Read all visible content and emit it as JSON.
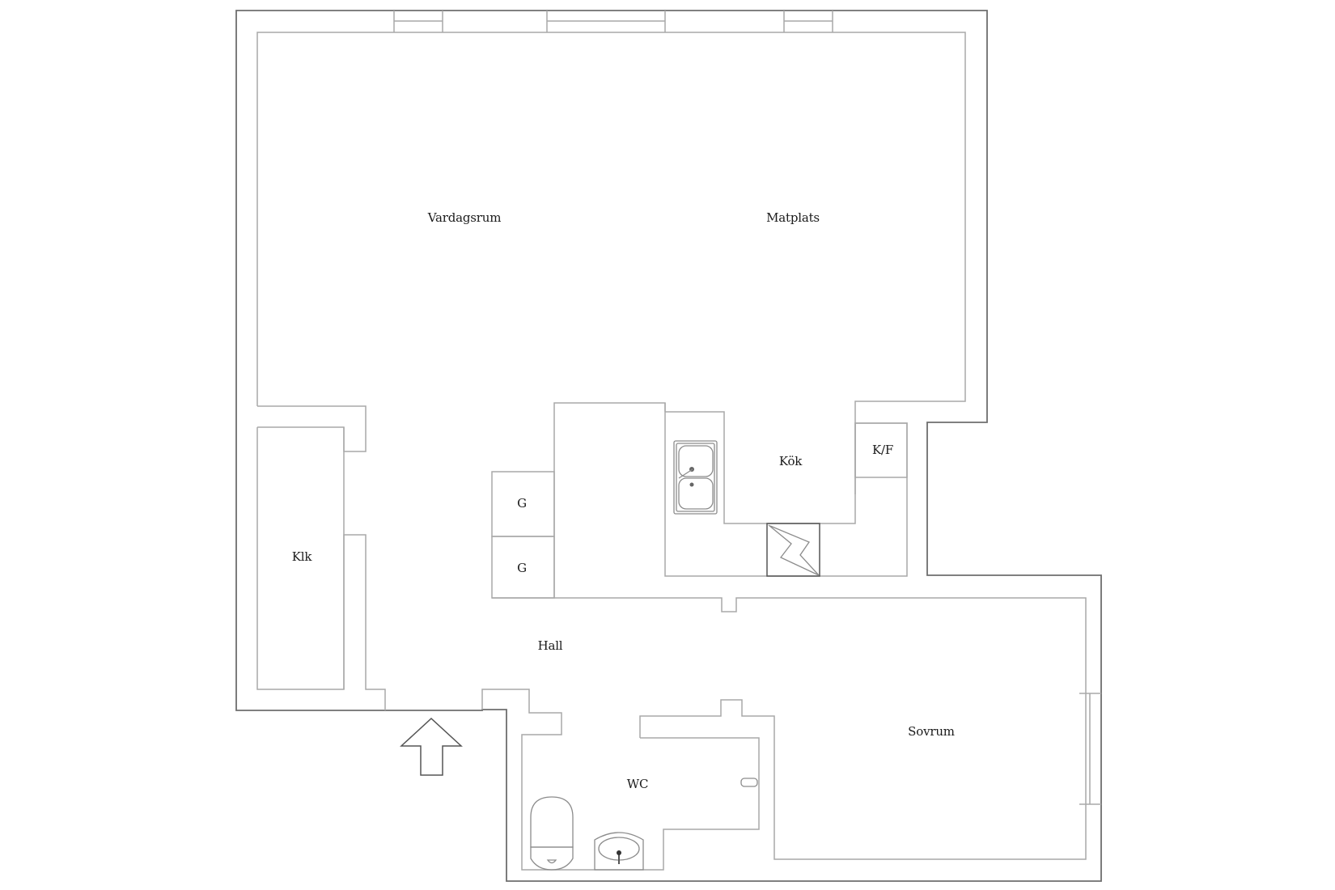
{
  "floorplan": {
    "rooms": {
      "living_room": "Vardagsrum",
      "dining_area": "Matplats",
      "kitchen": "Kök",
      "fridge_freezer": "K/F",
      "wardrobe_1": "G",
      "wardrobe_2": "G",
      "closet": "Klk",
      "hall": "Hall",
      "bedroom": "Sovrum",
      "toilet": "WC"
    },
    "fixtures": [
      "double-sink",
      "stove",
      "toilet-bowl",
      "washbasin",
      "towel-hook"
    ],
    "entrance_arrow": "entrance-arrow"
  }
}
